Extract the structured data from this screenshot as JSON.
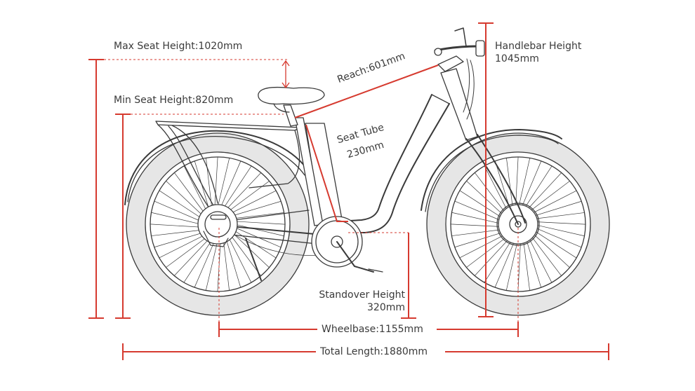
{
  "labels": {
    "max_seat_height": "Max Seat Height:1020mm",
    "min_seat_height": "Min Seat Height:820mm",
    "reach": "Reach:601mm",
    "seat_tube_line1": "Seat Tube",
    "seat_tube_line2": "230mm",
    "handlebar_height_line1": "Handlebar Height",
    "handlebar_height_line2": "1045mm",
    "standover_height_line1": "Standover Height",
    "standover_height_line2": "320mm",
    "wheelbase": "Wheelbase:1155mm",
    "total_length": "Total Length:1880mm"
  },
  "colors": {
    "dimension_line": "#d63a2f",
    "bike_outline": "#3a3a3a",
    "tire_fill": "#e6e6e6",
    "text": "#3a3a3a"
  }
}
